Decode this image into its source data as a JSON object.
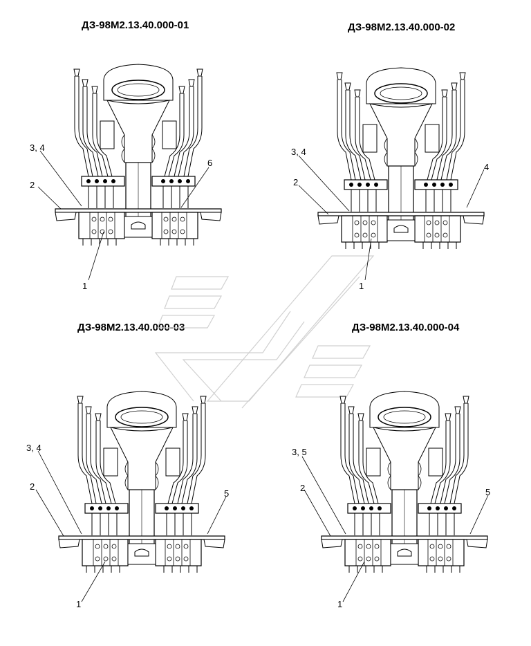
{
  "titles": {
    "v01": "ДЗ-98М2.13.40.000-01",
    "v02": "ДЗ-98М2.13.40.000-02",
    "v03": "ДЗ-98М2.13.40.000-03",
    "v04": "ДЗ-98М2.13.40.000-04"
  },
  "callouts": {
    "v01": [
      "3, 4",
      "2",
      "6",
      "1"
    ],
    "v02": [
      "3, 4",
      "2",
      "4",
      "1"
    ],
    "v03": [
      "3, 4",
      "2",
      "5",
      "1"
    ],
    "v04": [
      "3, 5",
      "2",
      "5",
      "1"
    ]
  },
  "colors": {
    "line": "#000000",
    "watermark": "#d0d0d0",
    "fill": "#ffffff"
  }
}
